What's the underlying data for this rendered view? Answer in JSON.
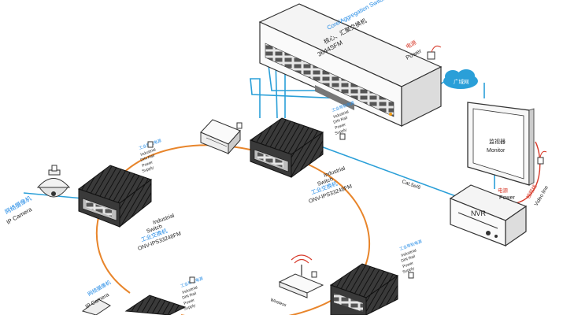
{
  "core_switch": {
    "title_en": "Core/Aggregation Switch",
    "title_cn": "核心、汇聚交换机",
    "model": "3644SFM"
  },
  "power_core": {
    "cn": "电源",
    "en": "Power"
  },
  "cloud": {
    "label": "广域网"
  },
  "monitor": {
    "cn": "监视器",
    "en": "Monitor"
  },
  "nvr": {
    "label": "NVR"
  },
  "power_nvr": {
    "cn": "电源",
    "en": "Power"
  },
  "video_line": {
    "cn": "视频线",
    "en": "Video line"
  },
  "cat5e": {
    "label": "Cat.5e/6"
  },
  "center_switch": {
    "en1": "Industrial",
    "en2": "Switch",
    "cn": "工业交换机",
    "model": "ONV-IPS33248FM"
  },
  "left_switch": {
    "en1": "Industrial",
    "en2": "Switch",
    "cn": "工业交换机",
    "model": "ONV-IPS33248FM"
  },
  "psu_top": {
    "cn": "工业导轨电源",
    "en1": "Industrial",
    "en2": "DIN Rail",
    "en3": "Power",
    "en4": "Supply"
  },
  "psu_left": {
    "cn": "工业导轨电源",
    "en1": "Industrial",
    "en2": "DIN Rail",
    "en3": "Power",
    "en4": "Supply"
  },
  "psu_right": {
    "cn": "工业导轨电源",
    "en1": "Industrial",
    "en2": "DIN Rail",
    "en3": "Power",
    "en4": "Supply"
  },
  "psu_bottom": {
    "cn": "工业导轨电源",
    "en1": "Industrial",
    "en2": "DIN Rail",
    "en3": "Power",
    "en4": "Supply"
  },
  "ip_camera_dome": {
    "cn": "网络摄像机",
    "en": "IP Camera"
  },
  "ip_camera_bullet": {
    "cn": "网络摄像机",
    "en": "IP Camera"
  },
  "wireless": {
    "label": "Wireless"
  },
  "colors": {
    "ring": "#e8852b",
    "link": "#2a9fd8",
    "device": "#2b2b2b",
    "label_blue": "#1e88e5"
  }
}
